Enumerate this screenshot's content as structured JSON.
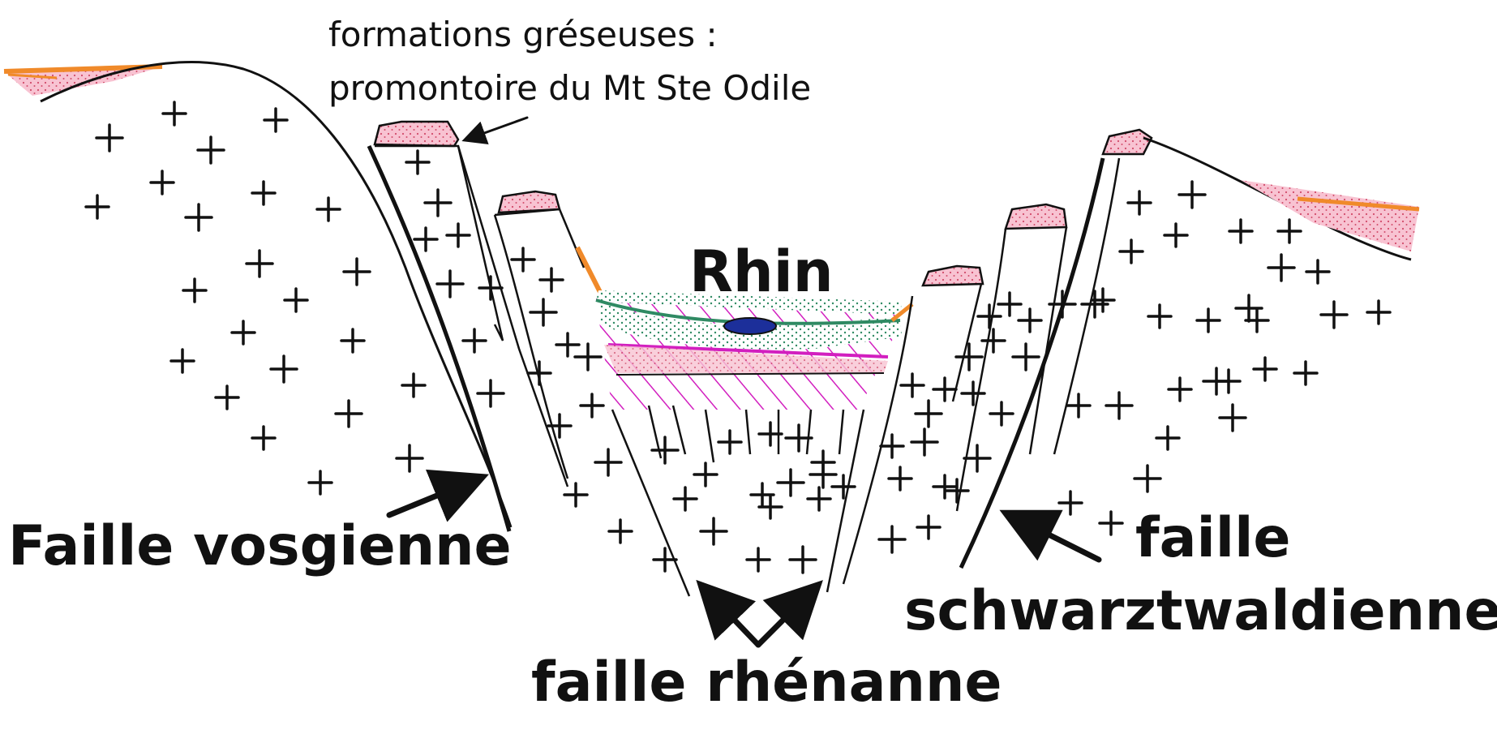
{
  "labels": {
    "formations_line1": "formations gréseuses :",
    "formations_line2": "promontoire du Mt Ste Odile",
    "rhin": "Rhin",
    "faille_vosgienne": "Faille vosgienne",
    "faille_schwarz_line1": "faille",
    "faille_schwarz_line2": "schwarztwaldienne",
    "faille_rhenanne": "faille rhénanne"
  },
  "colors": {
    "ink": "#111111",
    "sandstone_pink": "#f6b7c8",
    "sandstone_dots": "#d14a6a",
    "orange_cover": "#f08a2a",
    "green_alluvium": "#2f8a63",
    "magenta_hatch": "#d21fbf",
    "river_blue": "#1c2f9a"
  },
  "icons": {
    "arrow": "arrow-icon",
    "granite_cross": "plus-icon"
  }
}
